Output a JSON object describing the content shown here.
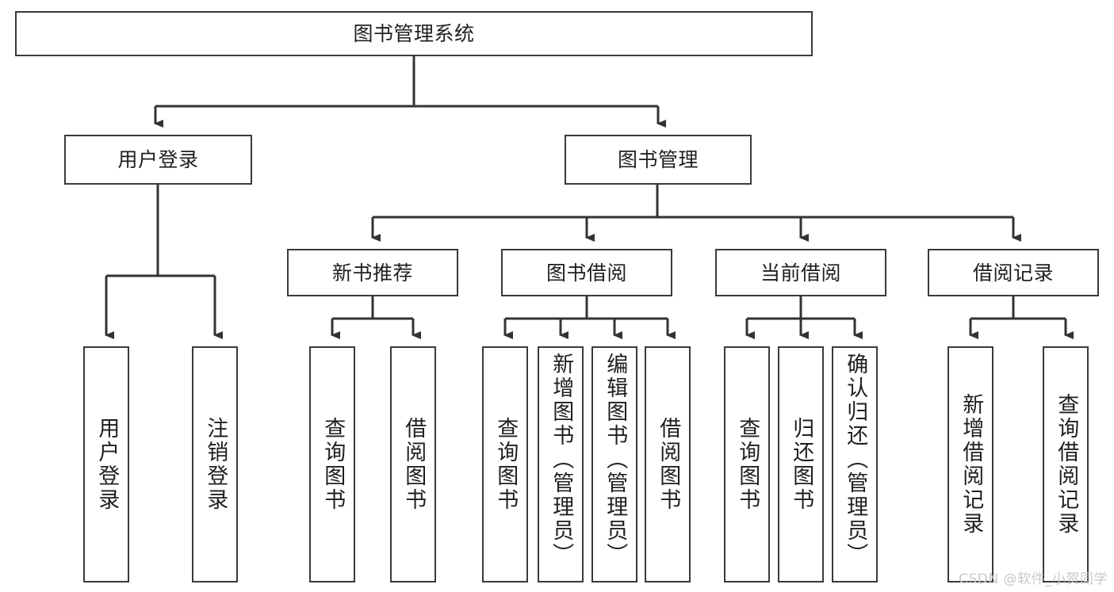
{
  "diagram": {
    "title": "图书管理系统",
    "root": {
      "id": "root",
      "label": "图书管理系统"
    },
    "level2": [
      {
        "id": "user-login",
        "label": "用户登录"
      },
      {
        "id": "book-management",
        "label": "图书管理"
      }
    ],
    "level3": [
      {
        "id": "new-book-recommend",
        "label": "新书推荐"
      },
      {
        "id": "book-borrow",
        "label": "图书借阅"
      },
      {
        "id": "current-borrow",
        "label": "当前借阅"
      },
      {
        "id": "borrow-record",
        "label": "借阅记录"
      }
    ],
    "leaves": {
      "user_login": [
        {
          "id": "leaf-user-login",
          "label": "用户登录"
        },
        {
          "id": "leaf-logout-login",
          "label": "注销登录"
        }
      ],
      "new_book_recommend": [
        {
          "id": "leaf-query-book-1",
          "label": "查询图书"
        },
        {
          "id": "leaf-borrow-book-1",
          "label": "借阅图书"
        }
      ],
      "book_borrow": [
        {
          "id": "leaf-query-book-2",
          "label": "查询图书"
        },
        {
          "id": "leaf-add-book",
          "label": "新增图书（管理员）"
        },
        {
          "id": "leaf-edit-book",
          "label": "编辑图书（管理员）"
        },
        {
          "id": "leaf-borrow-book-2",
          "label": "借阅图书"
        }
      ],
      "current_borrow": [
        {
          "id": "leaf-query-book-3",
          "label": "查询图书"
        },
        {
          "id": "leaf-return-book",
          "label": "归还图书"
        },
        {
          "id": "leaf-confirm-return",
          "label": "确认归还（管理员）"
        }
      ],
      "borrow_record": [
        {
          "id": "leaf-add-borrow-record",
          "label": "新增借阅记录"
        },
        {
          "id": "leaf-query-borrow-record",
          "label": "查询借阅记录"
        }
      ]
    },
    "colors": {
      "box_border": "#3a3a3a",
      "box_fill": "#ffffff",
      "edge": "#333333",
      "text": "#1f1f1f",
      "watermark": "#c9c9c9",
      "background": "#ffffff"
    }
  },
  "watermark": {
    "text": "CSDN @软件_小贺同学"
  }
}
